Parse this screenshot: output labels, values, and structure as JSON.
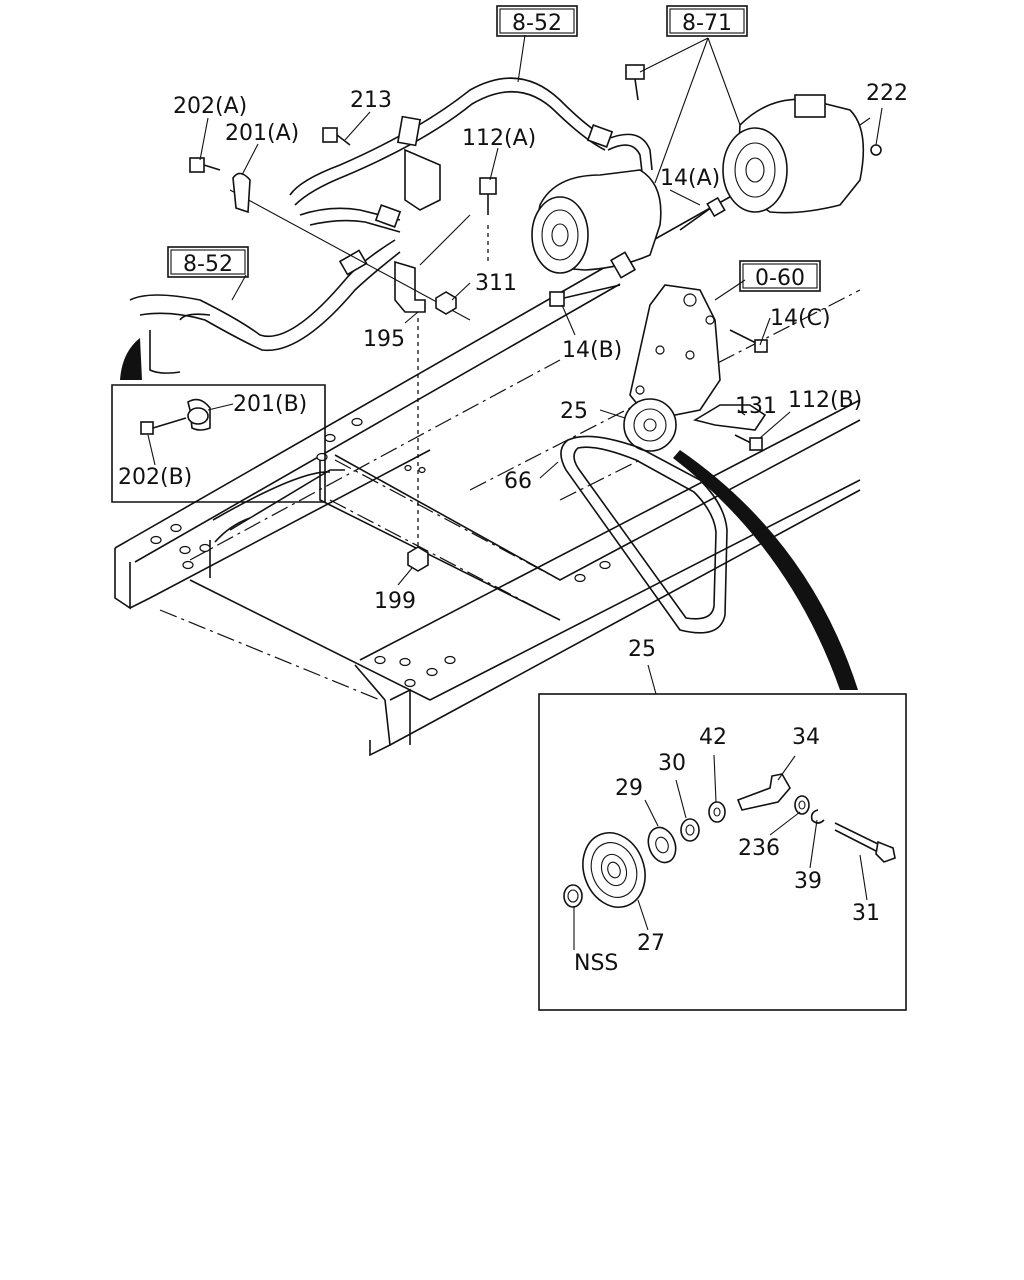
{
  "diagram": {
    "ref_boxes": [
      "8-52",
      "8-71",
      "8-52",
      "0-60"
    ],
    "callouts": [
      "202(A)",
      "201(A)",
      "213",
      "112(A)",
      "14(A)",
      "222",
      "311",
      "195",
      "14(B)",
      "14(C)",
      "131",
      "25",
      "112(B)",
      "66",
      "201(B)",
      "202(B)",
      "199"
    ],
    "detail": {
      "title": "25",
      "callouts": [
        "42",
        "34",
        "30",
        "29",
        "236",
        "39",
        "31",
        "27",
        "NSS"
      ]
    }
  }
}
